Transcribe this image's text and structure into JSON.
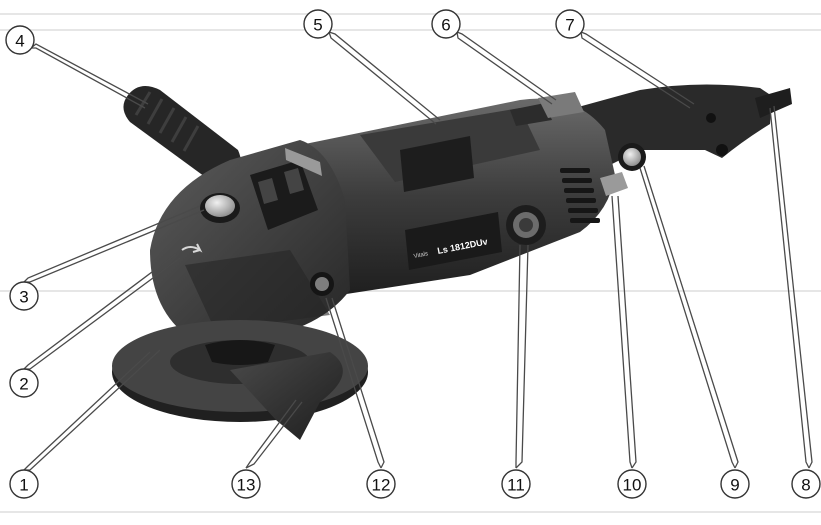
{
  "figure": {
    "model_badge": "Ls 1812DUv",
    "brand_mark": "Vitals"
  },
  "callouts": [
    {
      "id": "1",
      "label": "1"
    },
    {
      "id": "2",
      "label": "2"
    },
    {
      "id": "3",
      "label": "3"
    },
    {
      "id": "4",
      "label": "4"
    },
    {
      "id": "5",
      "label": "5"
    },
    {
      "id": "6",
      "label": "6"
    },
    {
      "id": "7",
      "label": "7"
    },
    {
      "id": "8",
      "label": "8"
    },
    {
      "id": "9",
      "label": "9"
    },
    {
      "id": "10",
      "label": "10"
    },
    {
      "id": "11",
      "label": "11"
    },
    {
      "id": "12",
      "label": "12"
    },
    {
      "id": "13",
      "label": "13"
    }
  ],
  "colors": {
    "body_dark": "#2b2b2b",
    "body_mid": "#5a5a5a",
    "body_light": "#8c8c8c",
    "guard": "#3a3a3a",
    "leader": "#4a4a4a",
    "background": "#ffffff"
  }
}
